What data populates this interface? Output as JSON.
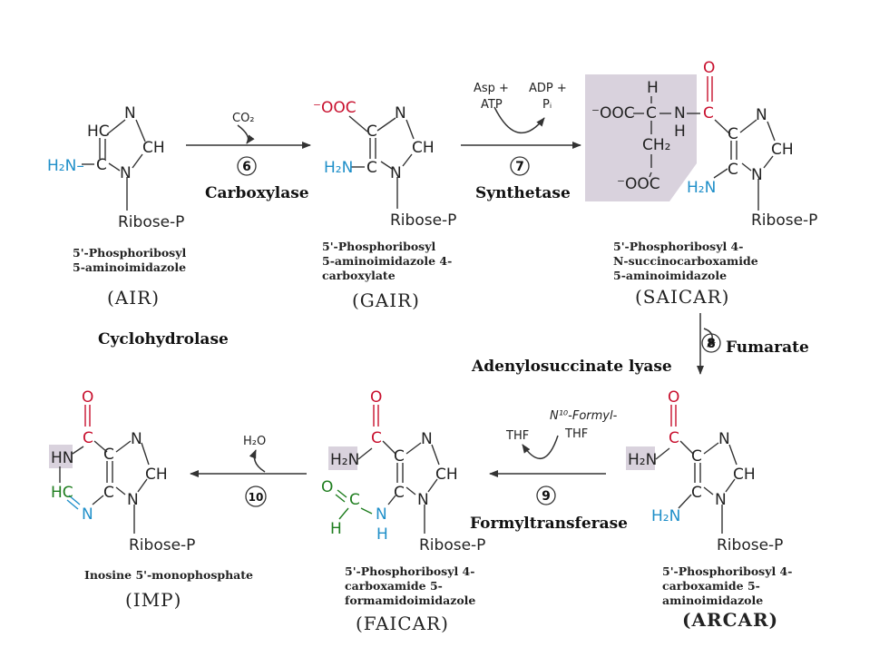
{
  "colors": {
    "amino": "#1f8fc9",
    "oxygen": "#c8102e",
    "formyl": "#1e7d1e",
    "highlight": "#d9d2dd",
    "ink": "#222222"
  },
  "common": {
    "ribose_label": "Ribose-P"
  },
  "compounds": {
    "air": {
      "caption_lines": [
        "5'-Phosphoribosyl",
        "5-aminoimidazole"
      ],
      "abbr": "(AIR)"
    },
    "gair": {
      "caption_lines": [
        "5'-Phosphoribosyl",
        "5-aminoimidazole 4-",
        "carboxylate"
      ],
      "abbr": "(GAIR)",
      "carboxylate": "⁻OOC"
    },
    "saicar": {
      "caption_lines": [
        "5'-Phosphoribosyl 4-",
        "N-succinocarboxamide",
        "5-aminoimidazole"
      ],
      "abbr": "(SAICAR)",
      "carboxylate_top": "⁻OOC",
      "carboxylate_bottom": "⁻OOC"
    },
    "arcar": {
      "caption_lines": [
        "5'-Phosphoribosyl 4-",
        "carboxamide 5-",
        "aminoimidazole"
      ],
      "abbr": "(ARCAR)"
    },
    "faicar": {
      "caption_lines": [
        "5'-Phosphoribosyl 4-",
        "carboxamide 5-",
        "formamidoimidazole"
      ],
      "abbr": "(FAICAR)"
    },
    "imp": {
      "caption_lines": [
        "Inosine 5'-monophosphate"
      ],
      "abbr": "(IMP)"
    }
  },
  "steps": {
    "s6": {
      "number": "6",
      "enzyme": "Carboxylase",
      "reagent_in": "CO₂"
    },
    "s7": {
      "number": "7",
      "enzyme": "Synthetase",
      "reagent_in_1": "Asp +",
      "reagent_in_2": "ATP",
      "reagent_out_1": "ADP +",
      "reagent_out_2": "Pᵢ"
    },
    "s8": {
      "number": "8",
      "enzyme": "Adenylosuccinate lyase",
      "product": "Fumarate"
    },
    "s9": {
      "number": "9",
      "enzyme": "Formyltransferase",
      "reagent_in": "THF",
      "reagent_out_1": "N¹⁰-Formyl-",
      "reagent_out_2": "THF"
    },
    "s10": {
      "number": "10",
      "enzyme": "Cyclohydrolase",
      "reagent_out": "H₂O"
    }
  }
}
